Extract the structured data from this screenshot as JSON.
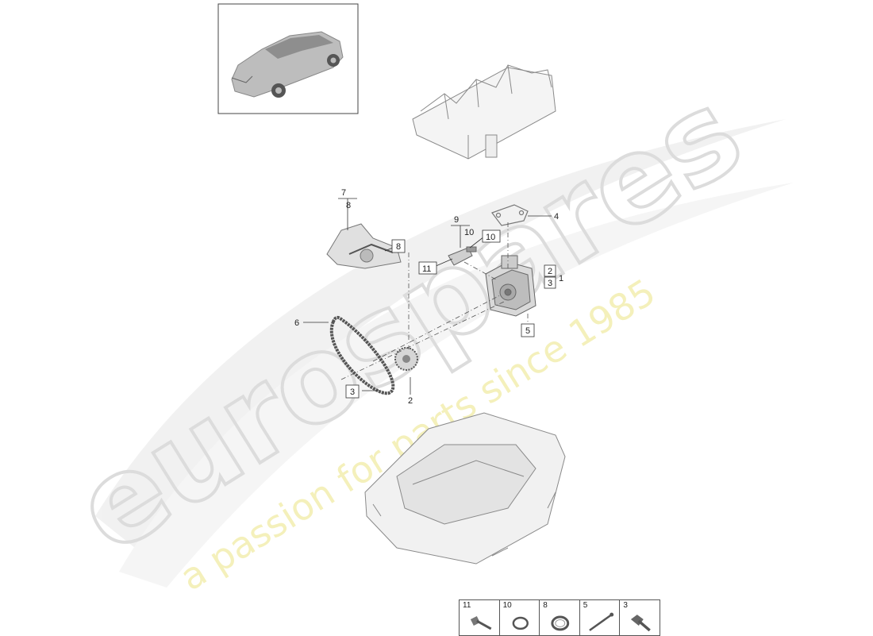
{
  "watermark": {
    "brand": "eurospares",
    "slogan": "a passion for parts since 1985"
  },
  "callouts": {
    "c1": "1",
    "c2_box": "2",
    "c3_box": "3",
    "c5_box": "5",
    "c2_bottom": "2",
    "c3_bottom_box": "3",
    "c4": "4",
    "c6": "6",
    "c7": "7",
    "c8_top": "8",
    "c8_box": "8",
    "c9": "9",
    "c10_top": "10",
    "c10_box": "10",
    "c11_box": "11"
  },
  "legend": [
    {
      "number": "11",
      "icon": "bolt-icon"
    },
    {
      "number": "10",
      "icon": "seal-ring-icon"
    },
    {
      "number": "8",
      "icon": "o-ring-icon"
    },
    {
      "number": "5",
      "icon": "pin-icon"
    },
    {
      "number": "3",
      "icon": "flange-bolt-icon"
    }
  ]
}
